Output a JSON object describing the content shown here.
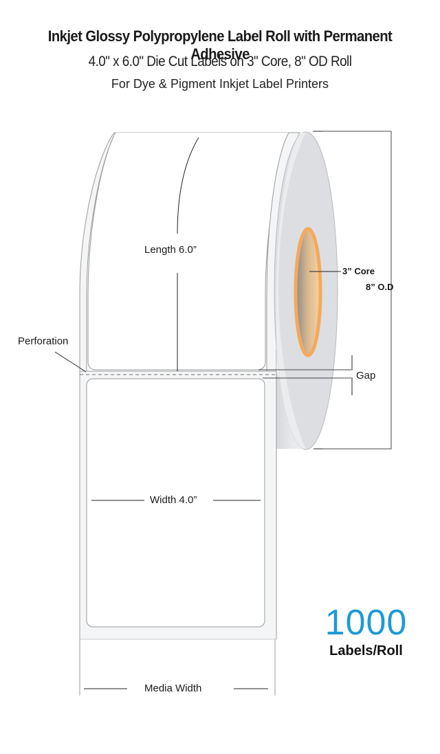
{
  "header": {
    "title": "Inkjet Glossy Polypropylene Label Roll with Permanent Adhesive",
    "subtitle": "4.0\" x 6.0\" Die Cut Labels on 3\" Core, 8\" OD Roll",
    "tagline": "For Dye & Pigment Inkjet Label Printers"
  },
  "diagram": {
    "length_label": "Length 6.0”",
    "width_label": "Width 4.0”",
    "media_width_label": "Media Width",
    "perforation_label": "Perforation",
    "gap_label": "Gap",
    "core_label": "3” Core",
    "od_label": "8” O.D",
    "colors": {
      "core_outline": "#f5a95a",
      "roll_face": "#dcdee2",
      "liner": "#f4f5f7",
      "accent_blue": "#1e9ad6"
    }
  },
  "quantity": {
    "count": "1000",
    "unit": "Labels/Roll"
  }
}
